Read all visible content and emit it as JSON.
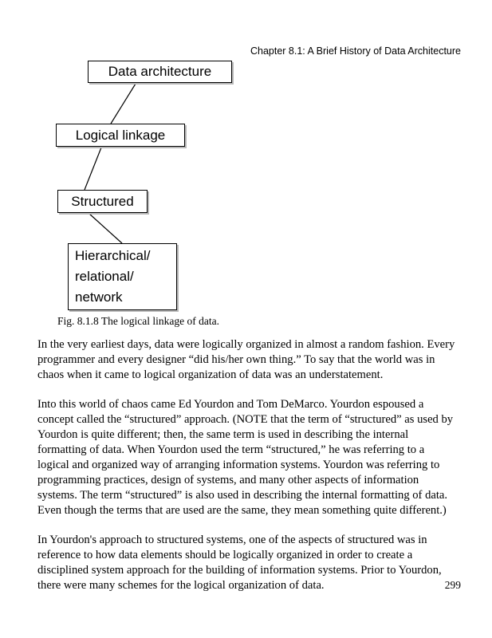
{
  "header": {
    "chapter_title": "Chapter 8.1: A Brief History of Data Architecture"
  },
  "diagram": {
    "boxes": [
      {
        "label": "Data architecture"
      },
      {
        "label": "Logical linkage"
      },
      {
        "label": "Structured"
      },
      {
        "lines": [
          "Hierarchical/",
          "relational/",
          "network"
        ]
      }
    ],
    "caption": "Fig. 8.1.8 The logical linkage of data."
  },
  "body": {
    "paragraphs": [
      "In the very earliest days, data were logically organized in almost a random fashion. Every programmer and every designer “did his/her own thing.” To say that the world was in chaos when it came to logical organization of data was an understatement.",
      "Into this world of chaos came Ed Yourdon and Tom DeMarco. Yourdon espoused a concept called the “structured” approach. (NOTE that the term of “structured” as used by Yourdon is quite different; then, the same term is used in describing the internal formatting of data. When Yourdon used the term “structured,” he was referring to a logical and organized way of arranging information systems. Yourdon was referring to programming practices, design of systems, and many other aspects of information systems. The term “structured” is also used in describing the internal formatting of data. Even though the terms that are used are the same, they mean something quite different.)",
      "In Yourdon's approach to structured systems, one of the aspects of structured was in reference to how data elements should be logically organized in order to create a disciplined system approach for the building of information systems. Prior to Yourdon, there were many schemes for the logical organization of data."
    ]
  },
  "footer": {
    "page_number": "299"
  }
}
